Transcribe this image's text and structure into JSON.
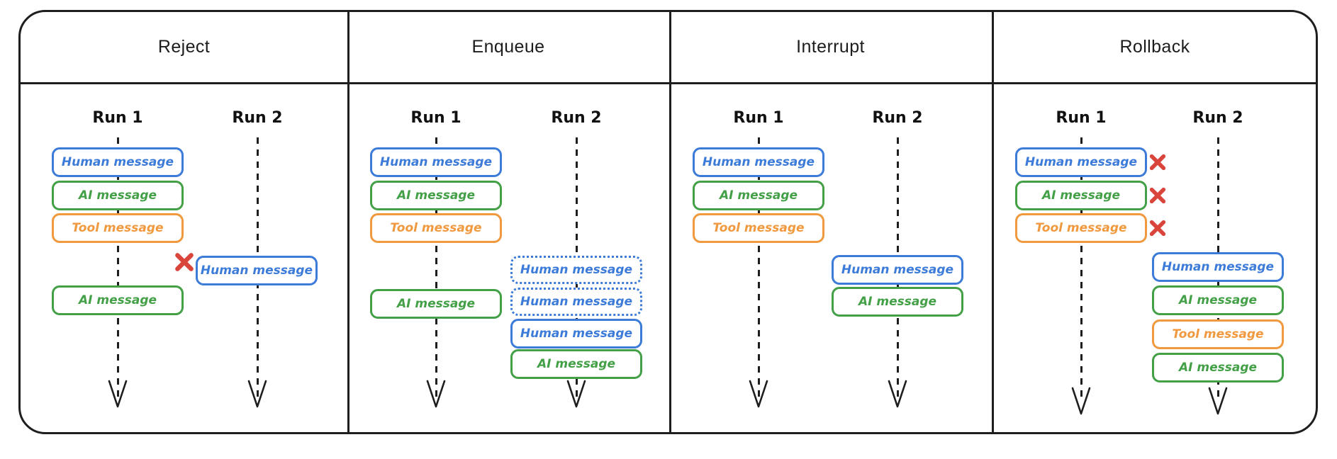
{
  "colors": {
    "human_message": "#3d7bd9",
    "ai_message": "#43a047",
    "tool_message": "#f0993e",
    "reject_x": "#d9453b",
    "outline": "#1e1e1e"
  },
  "icons": {
    "x_mark": "x-mark",
    "arrow_down": "dashed-arrow-down"
  },
  "panels": [
    {
      "title": "Reject",
      "runs": [
        {
          "label": "Run 1",
          "boxes": [
            {
              "type": "human",
              "label": "Human message"
            },
            {
              "type": "ai",
              "label": "AI message"
            },
            {
              "type": "tool",
              "label": "Tool message"
            },
            {
              "type": "ai",
              "label": "AI message"
            }
          ]
        },
        {
          "label": "Run 2",
          "boxes": [
            {
              "type": "human",
              "label": "Human message",
              "rejected": true
            }
          ]
        }
      ]
    },
    {
      "title": "Enqueue",
      "runs": [
        {
          "label": "Run 1",
          "boxes": [
            {
              "type": "human",
              "label": "Human message"
            },
            {
              "type": "ai",
              "label": "AI message"
            },
            {
              "type": "tool",
              "label": "Tool message"
            },
            {
              "type": "ai",
              "label": "AI message"
            }
          ]
        },
        {
          "label": "Run 2",
          "boxes": [
            {
              "type": "human",
              "label": "Human message",
              "style": "queued"
            },
            {
              "type": "human",
              "label": "Human message",
              "style": "queued"
            },
            {
              "type": "human",
              "label": "Human message"
            },
            {
              "type": "ai",
              "label": "AI message"
            }
          ]
        }
      ]
    },
    {
      "title": "Interrupt",
      "runs": [
        {
          "label": "Run 1",
          "boxes": [
            {
              "type": "human",
              "label": "Human message"
            },
            {
              "type": "ai",
              "label": "AI message"
            },
            {
              "type": "tool",
              "label": "Tool message"
            }
          ]
        },
        {
          "label": "Run 2",
          "boxes": [
            {
              "type": "human",
              "label": "Human message"
            },
            {
              "type": "ai",
              "label": "AI message"
            }
          ]
        }
      ]
    },
    {
      "title": "Rollback",
      "runs": [
        {
          "label": "Run 1",
          "boxes": [
            {
              "type": "human",
              "label": "Human message",
              "rejected": true
            },
            {
              "type": "ai",
              "label": "AI message",
              "rejected": true
            },
            {
              "type": "tool",
              "label": "Tool message",
              "rejected": true
            }
          ]
        },
        {
          "label": "Run 2",
          "boxes": [
            {
              "type": "human",
              "label": "Human message"
            },
            {
              "type": "ai",
              "label": "AI message"
            },
            {
              "type": "tool",
              "label": "Tool message"
            },
            {
              "type": "ai",
              "label": "AI message"
            }
          ]
        }
      ]
    }
  ]
}
